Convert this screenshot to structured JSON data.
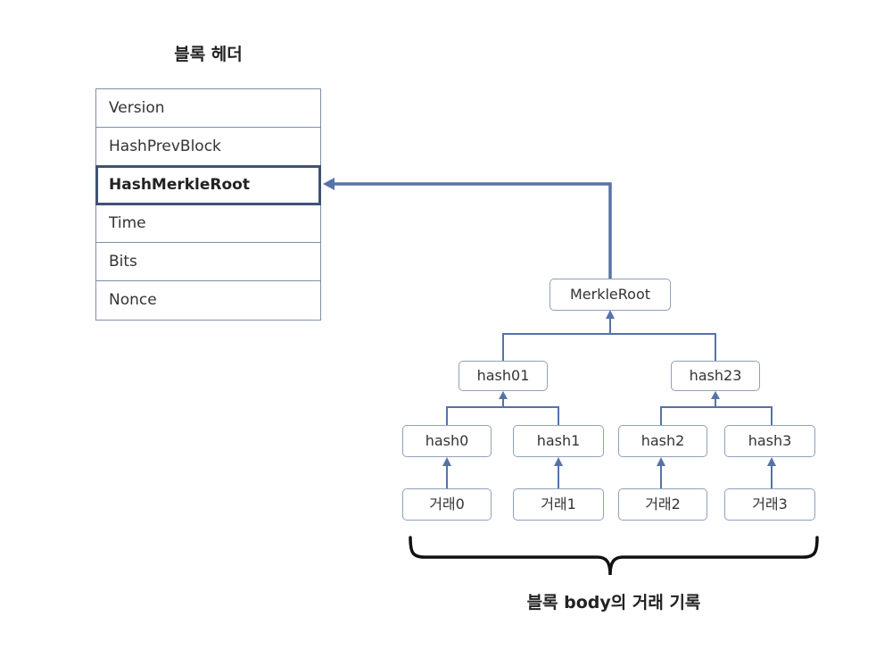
{
  "block_header": {
    "title": "블록 헤더",
    "fields": [
      "Version",
      "HashPrevBlock",
      "HashMerkleRoot",
      "Time",
      "Bits",
      "Nonce"
    ],
    "highlighted_field": "HashMerkleRoot"
  },
  "tree": {
    "root": "MerkleRoot",
    "level1": [
      "hash01",
      "hash23"
    ],
    "level2": [
      "hash0",
      "hash1",
      "hash2",
      "hash3"
    ],
    "transactions": [
      "거래0",
      "거래1",
      "거래2",
      "거래3"
    ]
  },
  "body_label": "블록 body의 거래 기록",
  "colors": {
    "arrow": "#5673a5",
    "highlight_border": "#3f5373",
    "node_border": "#8ea0bd"
  }
}
